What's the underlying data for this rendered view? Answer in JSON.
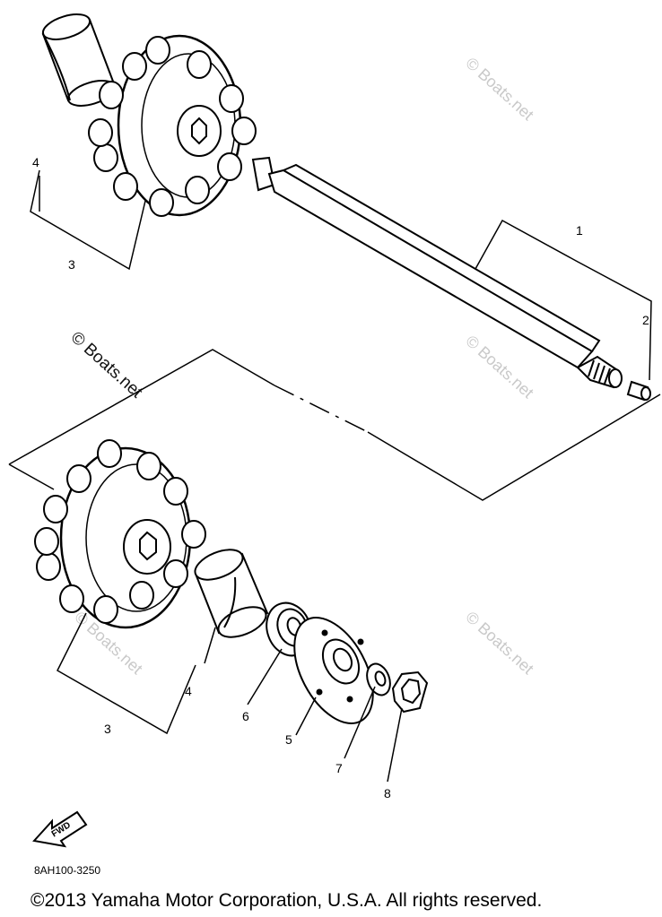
{
  "diagram": {
    "callouts": {
      "shaft": "1",
      "pin": "2",
      "sprocket_upper": "3",
      "sprocket_lower": "3",
      "spacer_upper": "4",
      "spacer_lower": "4",
      "bearing_housing": "5",
      "bearing": "6",
      "washer": "7",
      "nut": "8"
    },
    "direction_label": "FWD",
    "part_code": "8AH100-3250",
    "watermarks": [
      "© Boats.net",
      "© Boats.net",
      "© Boats.net",
      "© Boats.net",
      "© Boats.net",
      "© Boats.net"
    ]
  },
  "footer": {
    "copyright": "©2013 Yamaha Motor Corporation, U.S.A. All rights reserved."
  }
}
